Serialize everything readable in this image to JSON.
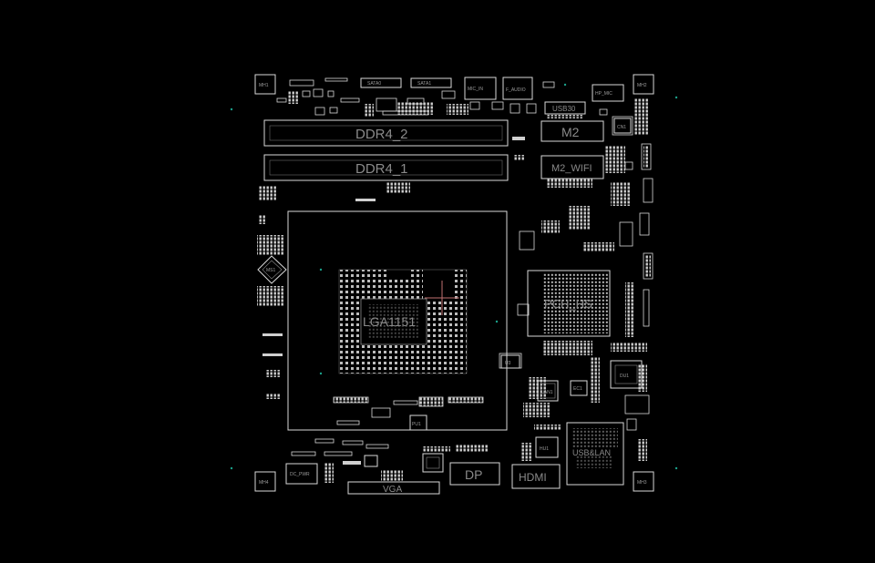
{
  "labels": {
    "ddr4_2": "DDR4_2",
    "ddr4_1": "DDR4_1",
    "m2": "M2",
    "m2_wifi": "M2_WIFI",
    "cpu_socket": "LGA1151",
    "pch": "PCH_HS",
    "usb30": "USB30",
    "dp": "DP",
    "hdmi": "HDMI",
    "vga": "VGA",
    "usb_lan": "USB&LAN",
    "dc_pwr": "DC_PWR",
    "mh1": "MH1",
    "mh2": "MH2",
    "mh3": "MH3",
    "mh4": "MH4",
    "sata0": "SATA0",
    "sata1": "SATA1",
    "mic_in": "MIC_IN",
    "f_audio": "F_AUDIO",
    "hp_mic": "HP_MIC",
    "ec1": "EC1",
    "lan1": "LAN1",
    "du1": "DU1",
    "hu1": "HU1",
    "pu1": "PU1",
    "cn1": "CN1",
    "ms1": "MS1",
    "u3": "U3"
  },
  "colors": {
    "background": "#000000",
    "silkscreen": "#d8d8d8",
    "label": "#8a8a8a",
    "cursor": "#c07070",
    "fiducial": "#1aa08a"
  }
}
